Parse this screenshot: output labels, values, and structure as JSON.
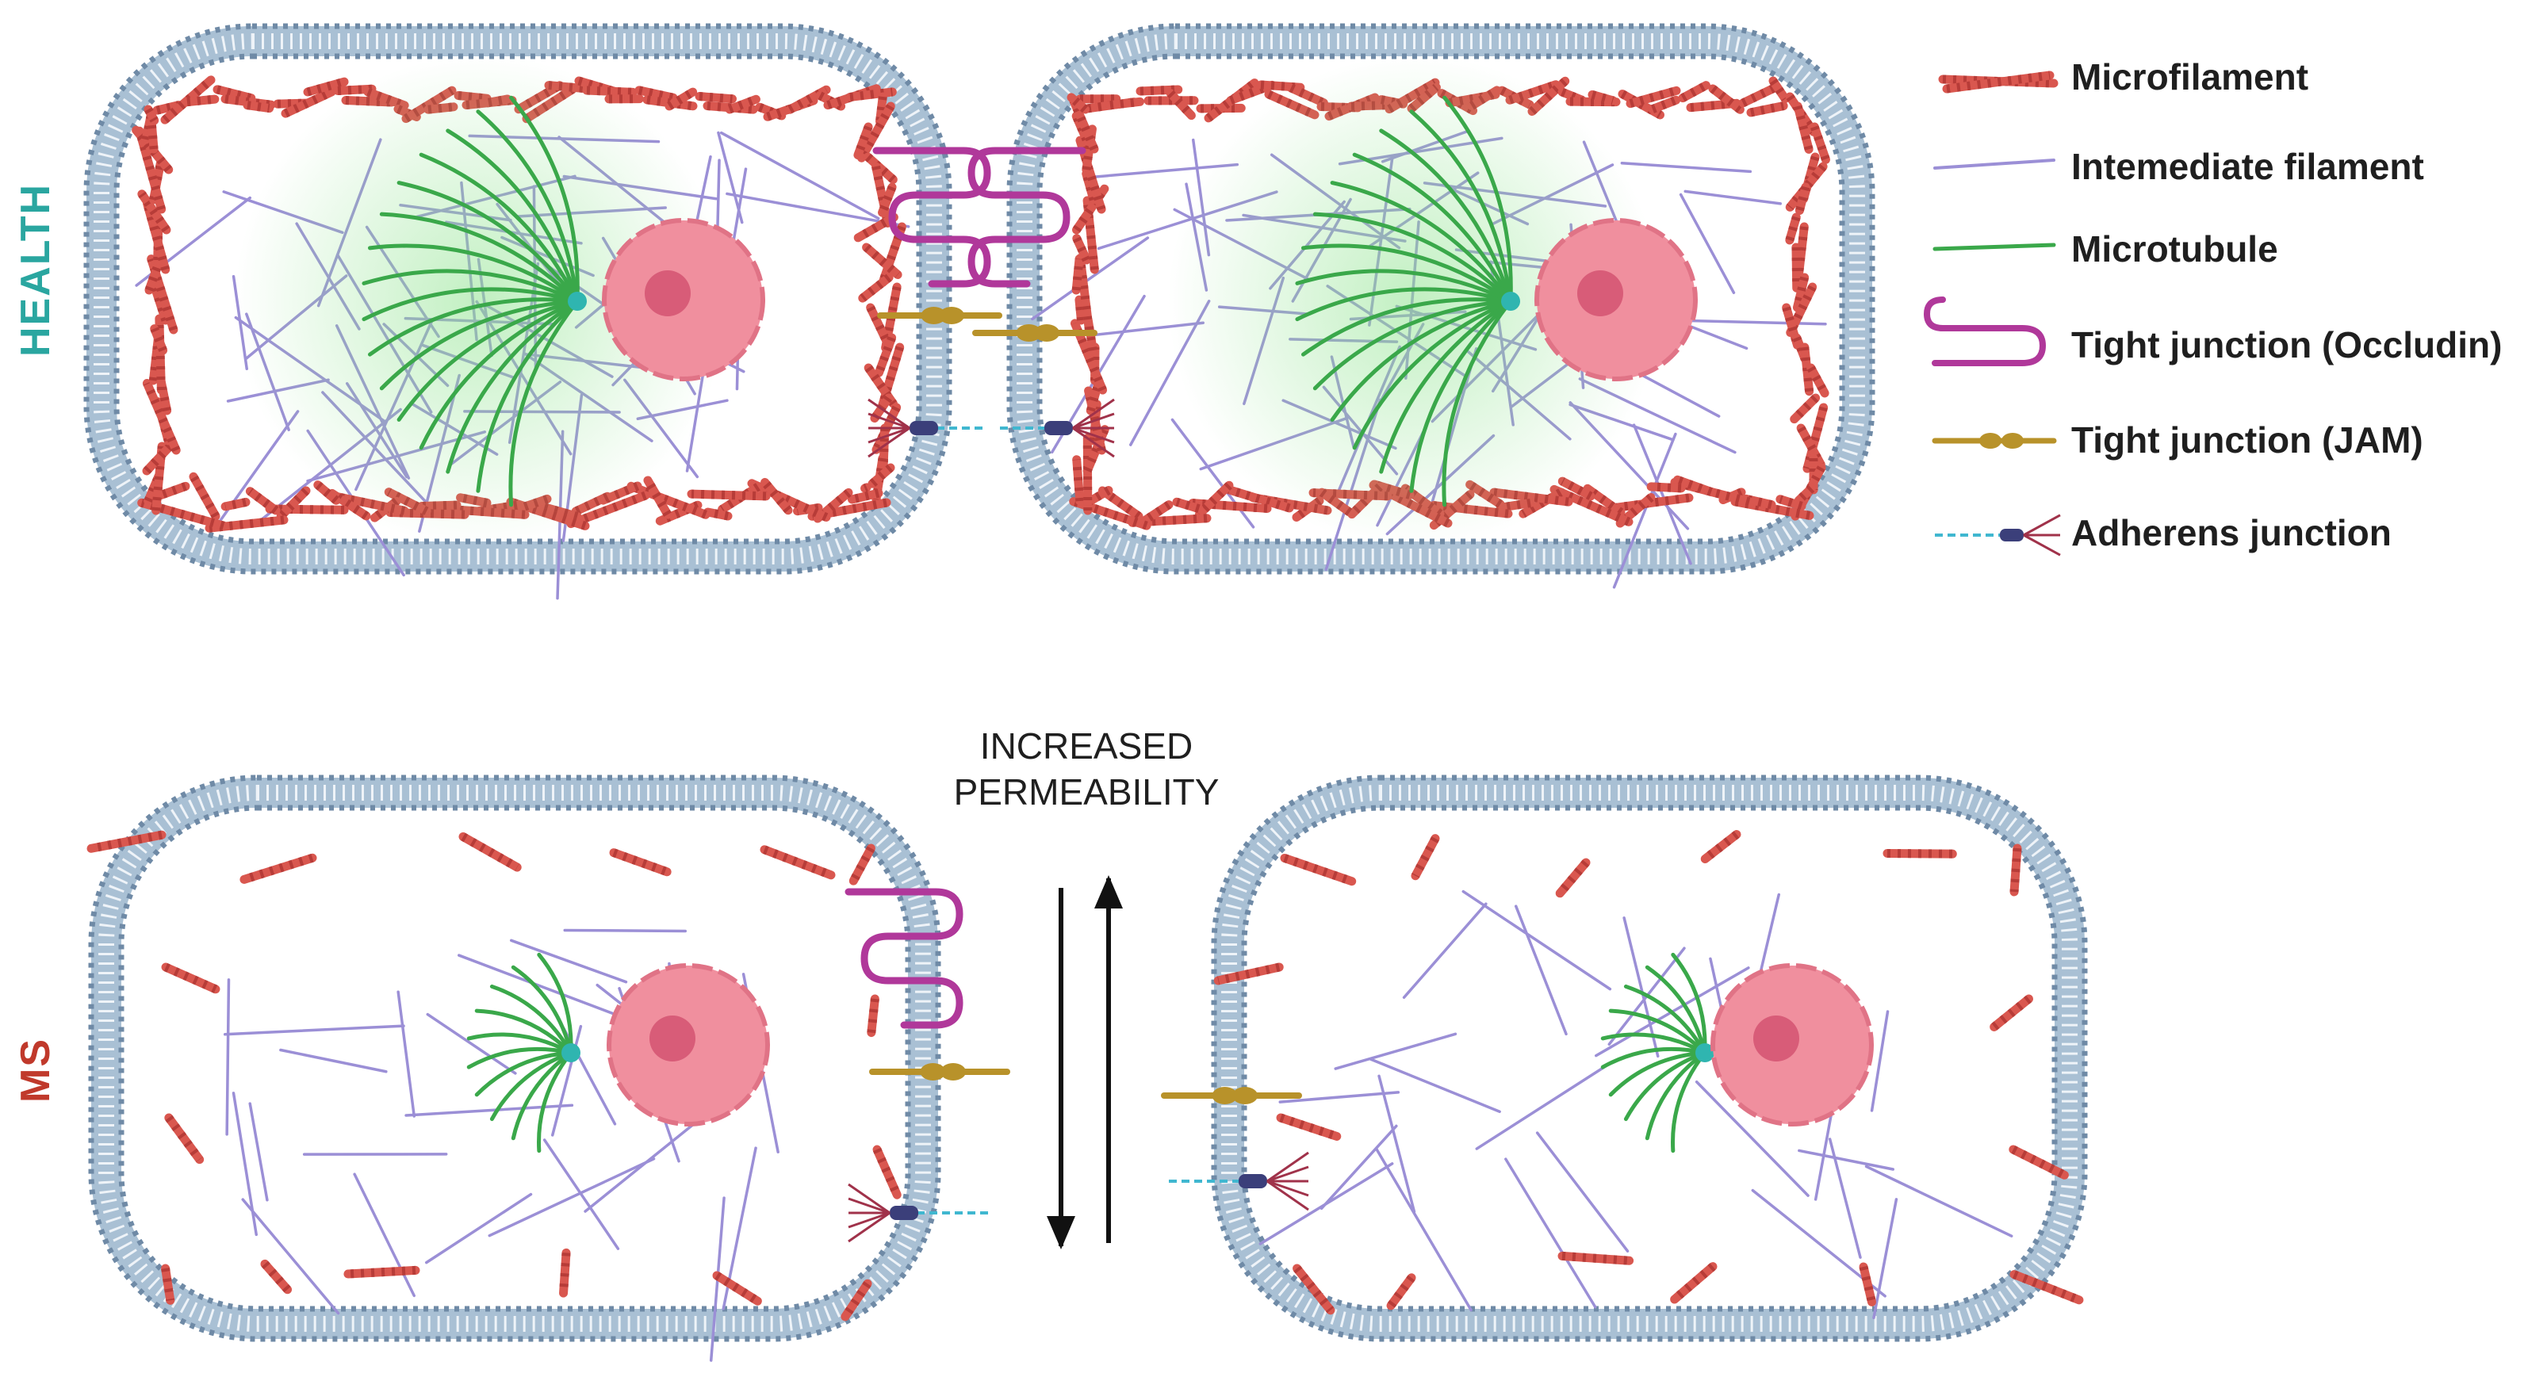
{
  "labels": {
    "health": "HEALTH",
    "ms": "MS"
  },
  "permeability": {
    "line1": "INCREASED",
    "line2": "PERMEABILITY"
  },
  "legend": [
    {
      "label": "Microfilament",
      "icon": "microfilament-icon"
    },
    {
      "label": "Intemediate filament",
      "icon": "intermediate-filament-icon"
    },
    {
      "label": "Microtubule",
      "icon": "microtubule-icon"
    },
    {
      "label": "Tight junction (Occludin)",
      "icon": "occludin-icon"
    },
    {
      "label": "Tight junction (JAM)",
      "icon": "jam-icon"
    },
    {
      "label": "Adherens junction",
      "icon": "adherens-junction-icon"
    }
  ],
  "colors": {
    "membrane": "#9db4c9",
    "microfilament": "#d9574f",
    "intermediate": "#9b8fd6",
    "microtubule": "#3aa84a",
    "occludin": "#b0389a",
    "jam": "#b8922a",
    "adherens_line": "#40b7d0",
    "adherens_body": "#3b3f7a",
    "nucleus": "#f08f9e",
    "nucleolus": "#d85c78",
    "health_label": "#2aa6a0",
    "ms_label": "#c0392b"
  }
}
